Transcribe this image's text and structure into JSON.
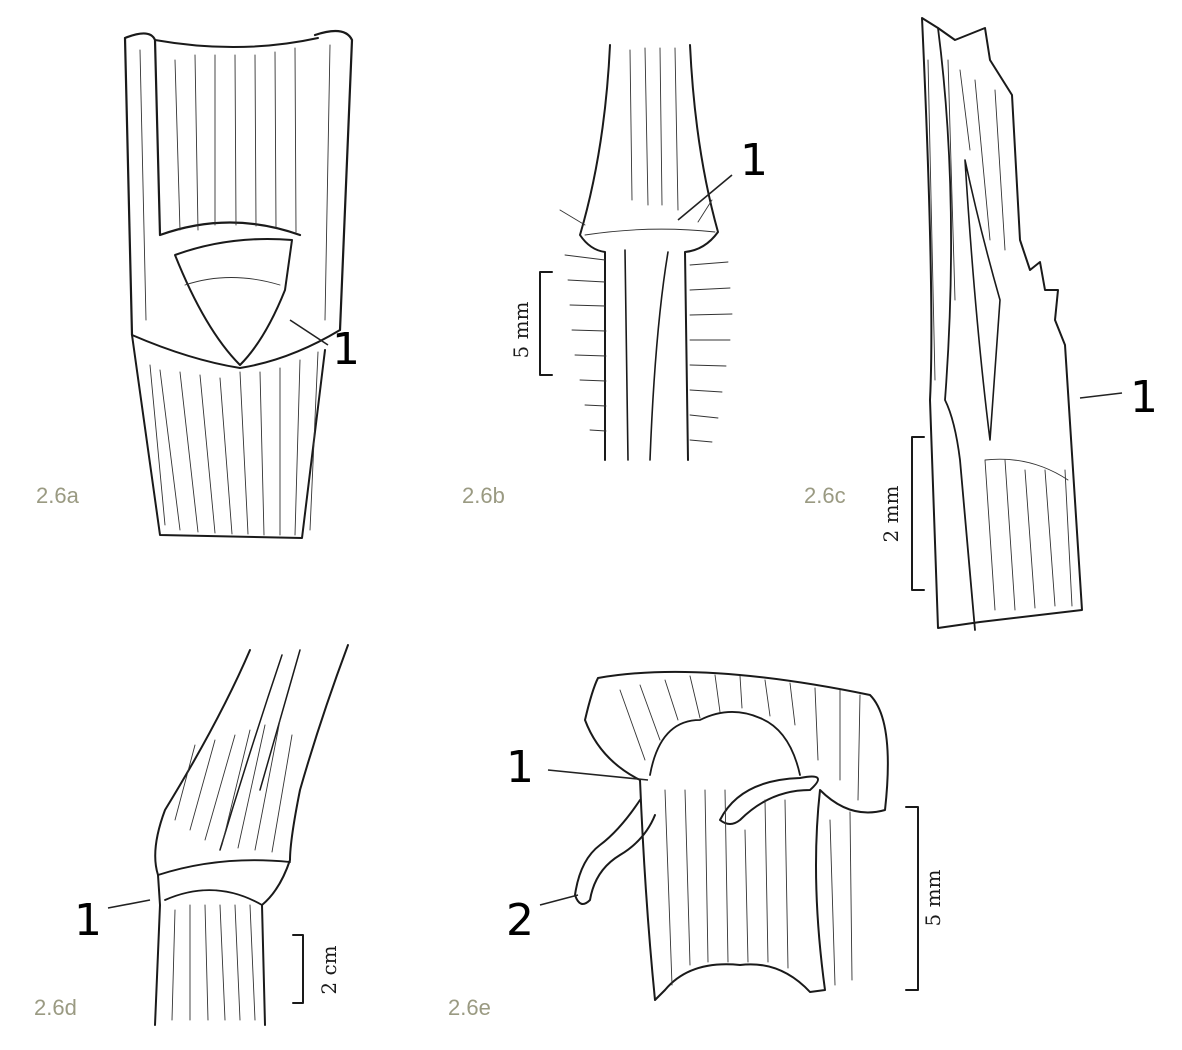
{
  "figures": [
    {
      "id": "2.6a",
      "label": "2.6a",
      "callouts": [
        "1"
      ]
    },
    {
      "id": "2.6b",
      "label": "2.6b",
      "callouts": [
        "1"
      ],
      "scale": "5 mm"
    },
    {
      "id": "2.6c",
      "label": "2.6c",
      "callouts": [
        "1"
      ],
      "scale": "2 mm"
    },
    {
      "id": "2.6d",
      "label": "2.6d",
      "callouts": [
        "1"
      ],
      "scale": "2 cm"
    },
    {
      "id": "2.6e",
      "label": "2.6e",
      "callouts": [
        "1",
        "2"
      ],
      "scale": "5 mm"
    }
  ],
  "colors": {
    "ink": "#1a1a1a",
    "figure_label": "#9a9a82",
    "background": "#ffffff"
  }
}
